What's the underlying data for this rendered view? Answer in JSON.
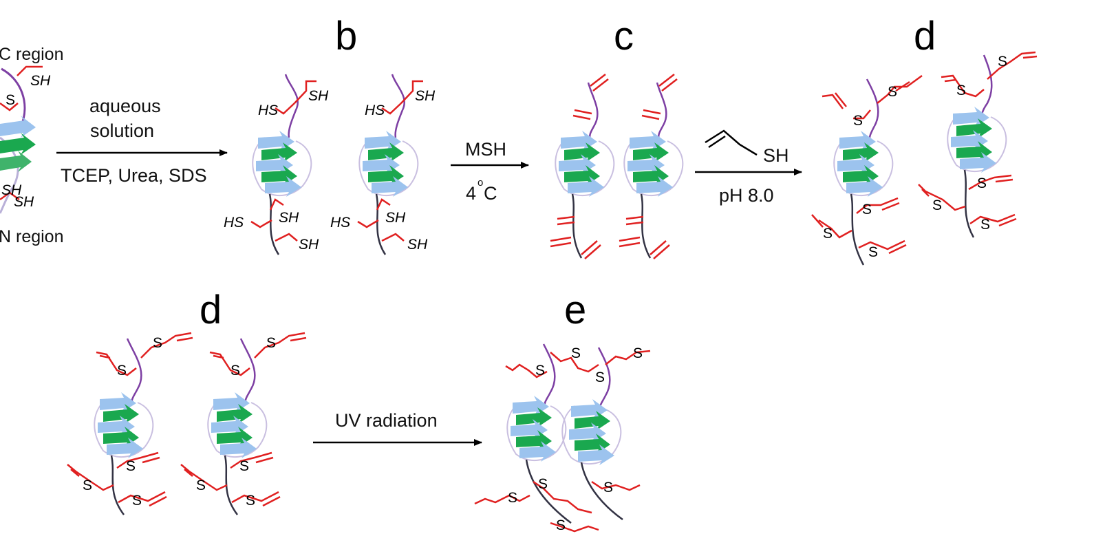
{
  "panels": {
    "a": {
      "c_region_label": "C region",
      "n_region_label": "N region",
      "thiol_label": "SH",
      "sulfur_label": "S"
    },
    "b": {
      "letter": "b",
      "thiol_label": "SH",
      "thiol_label_reversed": "HS"
    },
    "c": {
      "letter": "c"
    },
    "d_top": {
      "letter": "d",
      "sulfur_label": "S"
    },
    "d_bottom": {
      "letter": "d",
      "sulfur_label": "S"
    },
    "e": {
      "letter": "e",
      "sulfur_label": "S"
    }
  },
  "arrows": {
    "a_to_b": {
      "label_top": "aqueous",
      "label_top2": "solution",
      "label_bottom": "TCEP, Urea, SDS"
    },
    "b_to_c": {
      "label_top": "MSH",
      "label_bottom_num": "4",
      "label_bottom_deg": "o",
      "label_bottom_unit": "C"
    },
    "c_to_d": {
      "label_top": "SH",
      "label_bottom": "pH 8.0"
    },
    "d_to_e": {
      "label_top": "UV radiation"
    }
  },
  "colors": {
    "light_blue_strand": "#9cc3ee",
    "green_strand": "#1aa84f",
    "loop": "#c9bfe0",
    "c_terminal_chain": "#7d3fa3",
    "n_terminal_chain": "#333344",
    "thiol_linker": "#e02020"
  }
}
